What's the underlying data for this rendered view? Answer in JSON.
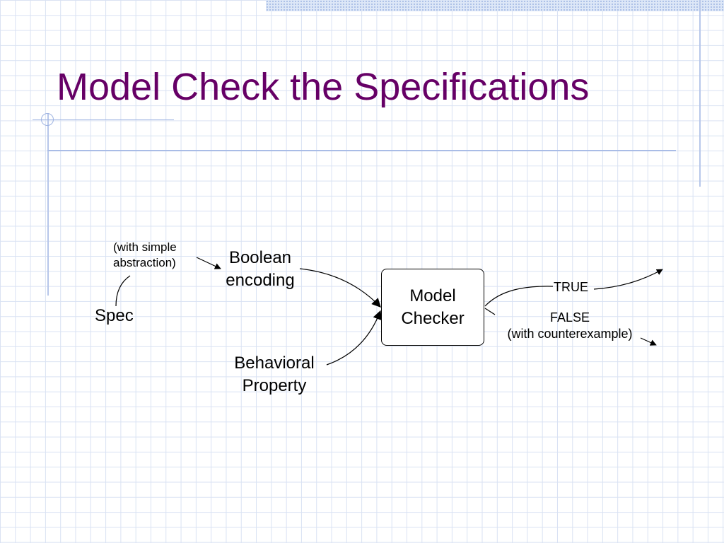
{
  "slide": {
    "title": "Model Check the Specifications"
  },
  "diagram": {
    "spec": "Spec",
    "abstraction_note_line1": "(with simple",
    "abstraction_note_line2": "abstraction)",
    "boolean_encoding_line1": "Boolean",
    "boolean_encoding_line2": "encoding",
    "behavioral_property_line1": "Behavioral",
    "behavioral_property_line2": "Property",
    "model_checker_line1": "Model",
    "model_checker_line2": "Checker",
    "true_output": "TRUE",
    "false_output_line1": "FALSE",
    "false_output_line2": "(with counterexample)"
  }
}
